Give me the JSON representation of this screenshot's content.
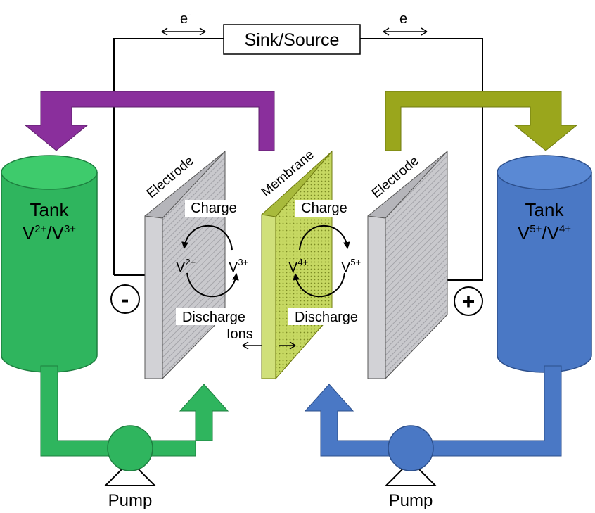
{
  "diagram": {
    "sink_source": "Sink/Source",
    "electron_left": "e",
    "electron_right": "e",
    "electron_sup": "-",
    "tank_left": {
      "label": "Tank",
      "ion_a": "V",
      "sup_a": "2+",
      "slash": "/",
      "ion_b": "V",
      "sup_b": "3+"
    },
    "tank_right": {
      "label": "Tank",
      "ion_a": "V",
      "sup_a": "5+",
      "slash": "/",
      "ion_b": "V",
      "sup_b": "4+"
    },
    "electrode_left": "Electrode",
    "electrode_right": "Electrode",
    "membrane": "Membrane",
    "terminal_neg": "-",
    "terminal_pos": "+",
    "left_cycle": {
      "charge": "Charge",
      "discharge": "Discharge",
      "ion_a": "V",
      "sup_a": "2+",
      "ion_b": "V",
      "sup_b": "3+"
    },
    "right_cycle": {
      "charge": "Charge",
      "discharge": "Discharge",
      "ion_a": "V",
      "sup_a": "4+",
      "ion_b": "V",
      "sup_b": "5+"
    },
    "ions": "Ions",
    "pump_left": "Pump",
    "pump_right": "Pump",
    "colors": {
      "green": "#2fb55e",
      "blue": "#4a78c5",
      "purple": "#8a2f9c",
      "olive": "#9aa61c",
      "electrode": "#c8c8cc",
      "membrane": "#c6d862"
    }
  }
}
